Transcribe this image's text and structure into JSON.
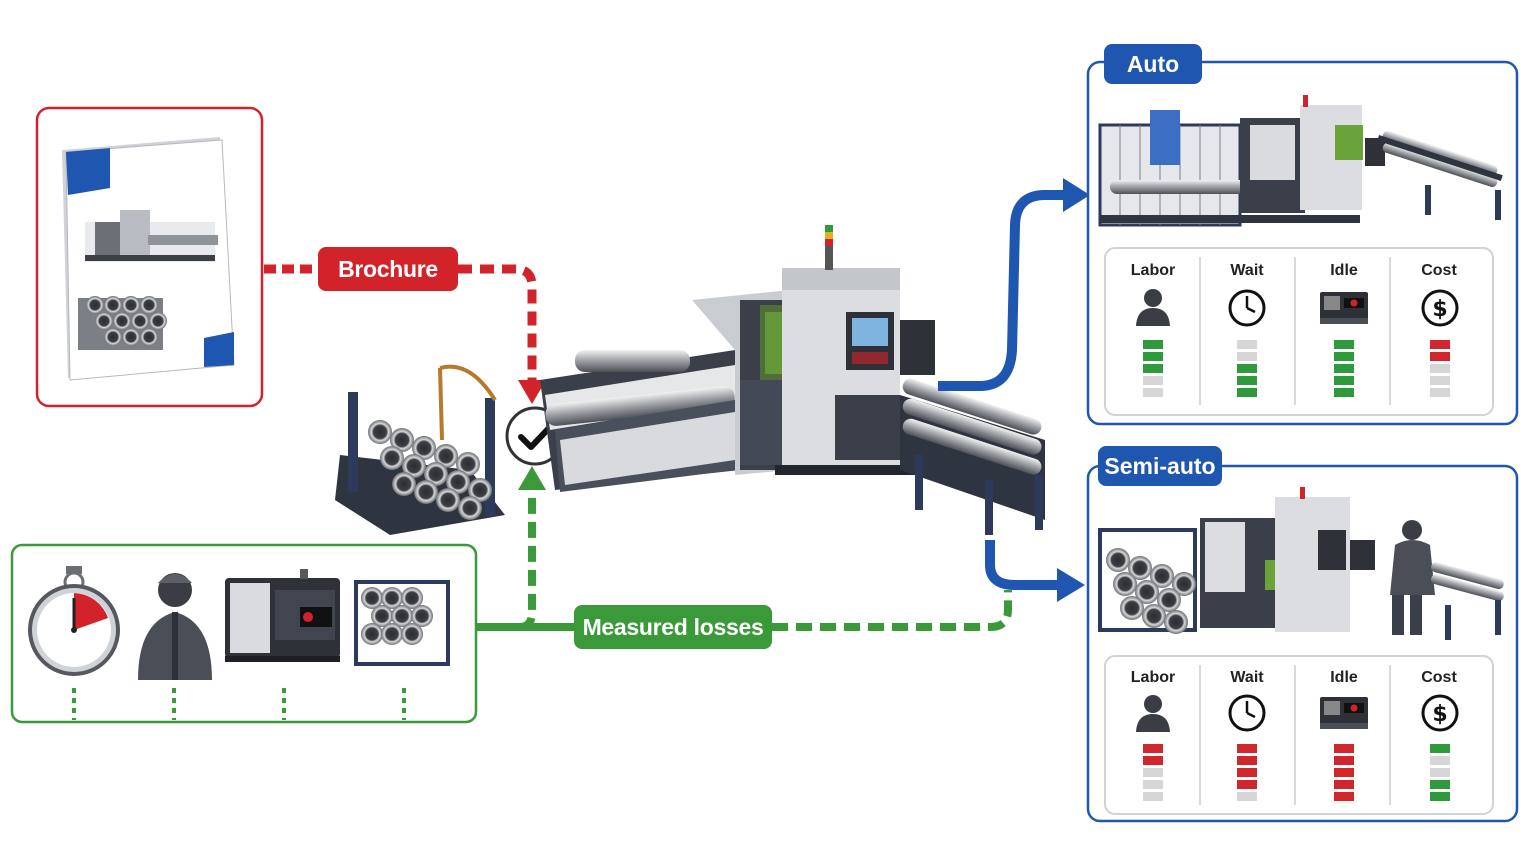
{
  "labels": {
    "brochure": "Brochure",
    "measured": "Measured losses"
  },
  "panels": [
    {
      "key": "auto",
      "title": "Auto",
      "metrics": [
        {
          "label": "Labor",
          "icon": "person-icon",
          "bars": [
            "g",
            "g",
            "g",
            "l",
            "l"
          ]
        },
        {
          "label": "Wait",
          "icon": "clock-icon",
          "bars": [
            "l",
            "l",
            "g",
            "g",
            "g"
          ]
        },
        {
          "label": "Idle",
          "icon": "machine-icon",
          "bars": [
            "g",
            "g",
            "g",
            "g",
            "g"
          ]
        },
        {
          "label": "Cost",
          "icon": "dollar-icon",
          "bars": [
            "r",
            "r",
            "l",
            "l",
            "l"
          ]
        }
      ]
    },
    {
      "key": "semi",
      "title": "Semi-auto",
      "metrics": [
        {
          "label": "Labor",
          "icon": "person-icon",
          "bars": [
            "r",
            "r",
            "l",
            "l",
            "l"
          ]
        },
        {
          "label": "Wait",
          "icon": "clock-icon",
          "bars": [
            "r",
            "r",
            "r",
            "r",
            "l"
          ]
        },
        {
          "label": "Idle",
          "icon": "machine-icon",
          "bars": [
            "r",
            "r",
            "r",
            "r",
            "r"
          ]
        },
        {
          "label": "Cost",
          "icon": "dollar-icon",
          "bars": [
            "g",
            "l",
            "l",
            "g",
            "g"
          ]
        }
      ]
    }
  ],
  "colors": {
    "red": "#d3232a",
    "green": "#3a9a3a",
    "blue": "#1f56b0",
    "bar_red": "#d1262b",
    "bar_green": "#2f9a3b",
    "bar_light": "#d6d6d6"
  }
}
